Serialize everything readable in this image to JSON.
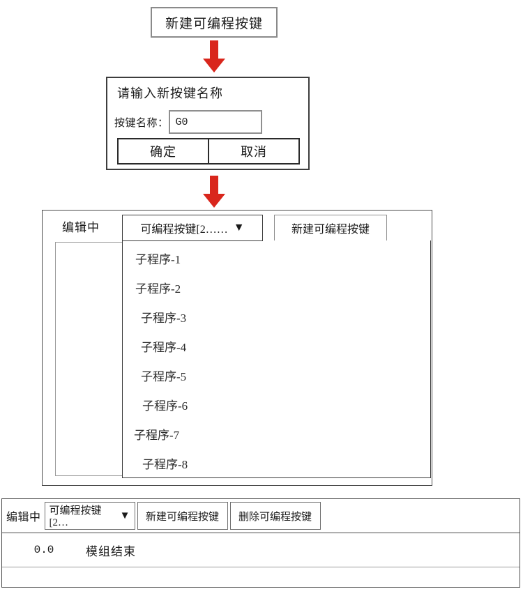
{
  "flow": {
    "title_box": {
      "label": "新建可编程按键"
    },
    "arrow_color": "#d9261c"
  },
  "dialog": {
    "title": "请输入新按键名称",
    "field_label": "按键名称：",
    "field_value": "G0",
    "field_placeholder": "",
    "confirm_label": "确定",
    "cancel_label": "取消"
  },
  "panel": {
    "editing_label": "编辑中",
    "combo_value": "可编程按键[2……",
    "combo_caret": "▼",
    "new_button_label": "新建可编程按键",
    "dropdown_items": [
      {
        "label": "子程序-1",
        "indent": 18
      },
      {
        "label": "子程序-2",
        "indent": 18
      },
      {
        "label": "子程序-3",
        "indent": 26
      },
      {
        "label": "子程序-4",
        "indent": 26
      },
      {
        "label": "子程序-5",
        "indent": 26
      },
      {
        "label": "子程序-6",
        "indent": 28
      },
      {
        "label": "子程序-7",
        "indent": 16
      },
      {
        "label": "子程序-8",
        "indent": 28
      }
    ]
  },
  "bottom": {
    "editing_label": "编辑中",
    "combo_value": "可编程按键[2…",
    "combo_caret": "▼",
    "new_button_label": "新建可编程按键",
    "delete_button_label": "删除可编程按键",
    "rows": [
      {
        "number": "0.0",
        "text": "模组结束"
      }
    ]
  }
}
